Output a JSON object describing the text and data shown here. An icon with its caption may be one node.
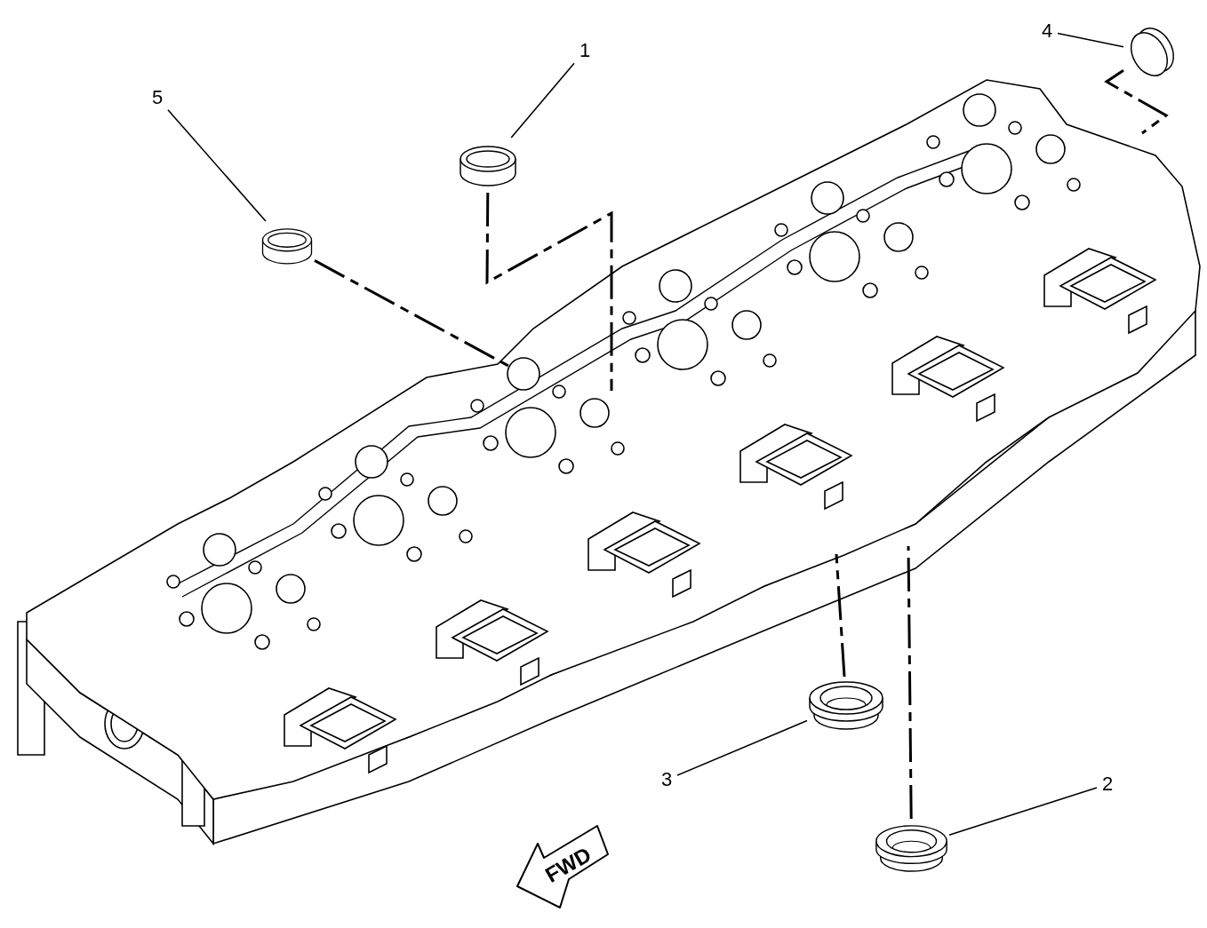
{
  "diagram": {
    "nodes": [
      {
        "text": [
          "1"
        ]
      },
      {
        "text": [],
        "shape": "cylinder"
      },
      {
        "text": [
          "2"
        ]
      },
      {
        "text": [],
        "shape": "picture"
      },
      {
        "text": [
          "3"
        ]
      },
      {
        "text": [],
        "shape": "picture"
      },
      {
        "text": [
          "4"
        ]
      },
      {
        "text": [],
        "shape": "cylinder"
      },
      {
        "text": [
          "5"
        ]
      },
      {
        "text": [],
        "shape": "cylinder"
      },
      {
        "text": [],
        "shape": "picture"
      }
    ],
    "edges": [
      {
        "from": 0,
        "to": 1,
        "arrow": "none"
      },
      {
        "from": 2,
        "to": 3,
        "arrow": "none"
      },
      {
        "from": 4,
        "to": 5,
        "arrow": "none"
      },
      {
        "from": 6,
        "to": 7,
        "arrow": "none"
      },
      {
        "from": 8,
        "to": 9,
        "arrow": "none"
      },
      {
        "from": 1,
        "to": 10,
        "arrow": "none",
        "style": "dashed"
      },
      {
        "from": 3,
        "to": 10,
        "arrow": "none",
        "style": "dashed"
      },
      {
        "from": 5,
        "to": 10,
        "arrow": "none",
        "style": "dashed"
      },
      {
        "from": 7,
        "to": 10,
        "arrow": "none",
        "style": "dashed"
      },
      {
        "from": 9,
        "to": 10,
        "arrow": "none",
        "style": "dashed"
      }
    ],
    "labels": [
      "FWD"
    ]
  }
}
